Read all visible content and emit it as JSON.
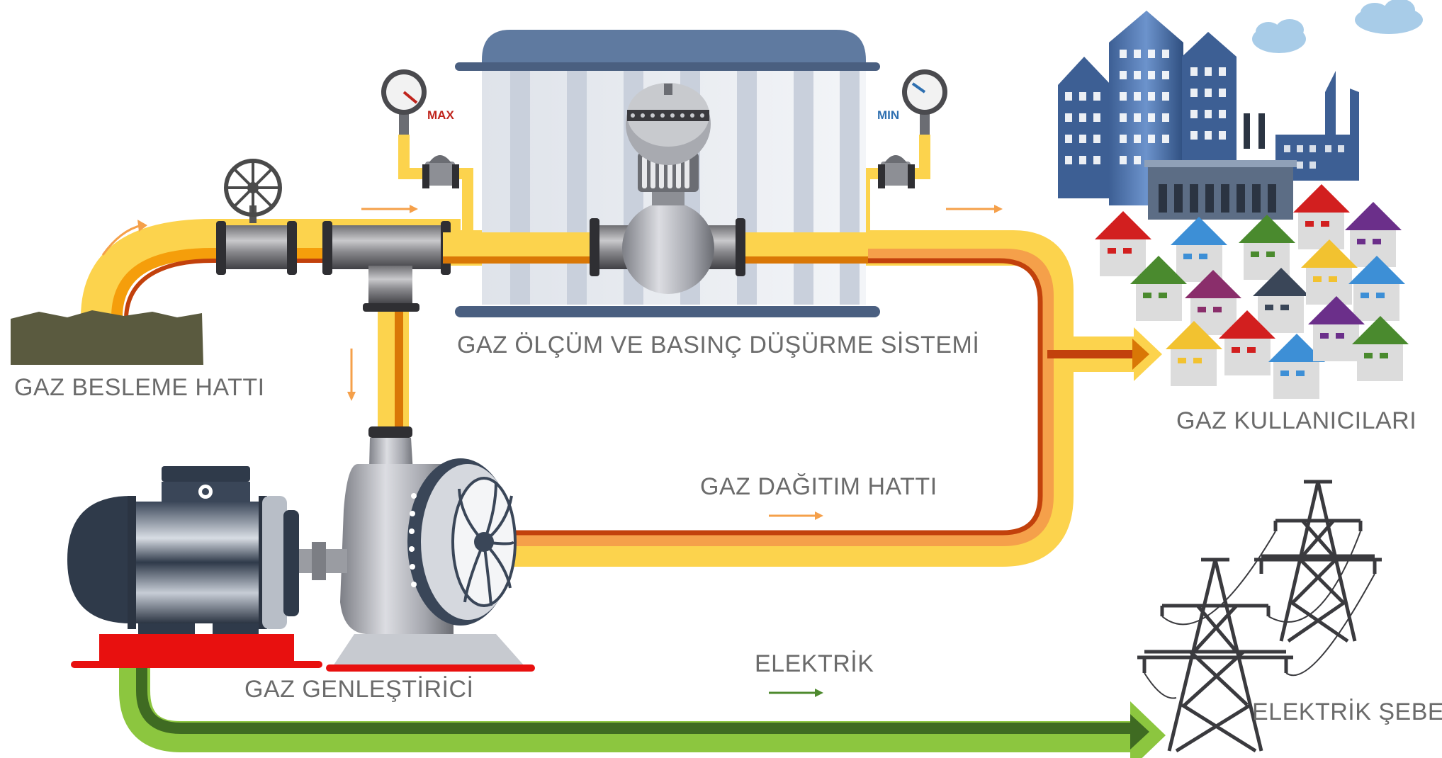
{
  "labels": {
    "feed_line": "GAZ BESLEME HATTI",
    "metering_system": "GAZ ÖLÇÜM VE BASINÇ DÜŞÜRME SİSTEMİ",
    "users": "GAZ KULLANICILARI",
    "distribution_line": "GAZ DAĞITIM HATTI",
    "expander": "GAZ GENLEŞTİRİCİ",
    "electricity": "ELEKTRİK",
    "grid": "ELEKTRİK ŞEBEKESİ"
  },
  "gauges": {
    "max_label": "MAX",
    "min_label": "MIN"
  },
  "colors": {
    "gas_outer": "#FCD34D",
    "gas_inner": "#D97706",
    "gas_mid": "#F59E0B",
    "electric_outer": "#8CC63F",
    "electric_inner": "#3F6B22",
    "arrow_orange": "#F5A04A",
    "arrow_green": "#4E8A2E",
    "max_red": "#C0241C",
    "min_blue": "#2E6FB0",
    "base_red": "#E8100F"
  }
}
